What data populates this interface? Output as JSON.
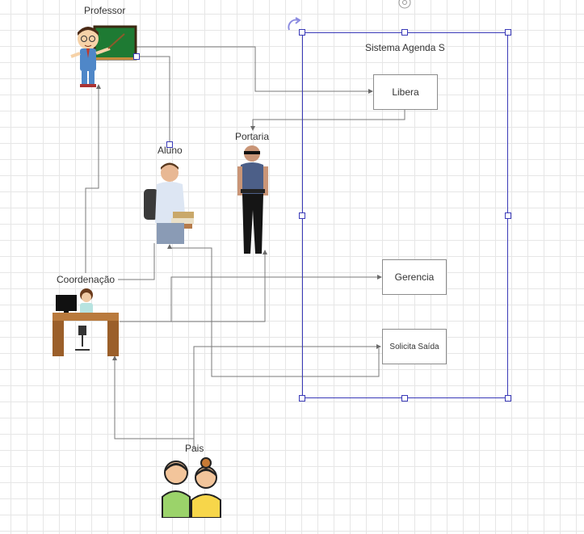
{
  "labels": {
    "professor": "Professor",
    "aluno": "Aluno",
    "portaria": "Portaria",
    "coordenacao": "Coordenação",
    "pais": "Pais"
  },
  "system": {
    "title": "Sistema Agenda S",
    "boxes": {
      "libera": "Libera",
      "gerencia": "Gerencia",
      "solicita": "Solicita Saída"
    }
  },
  "colors": {
    "grid": "#e6e6e6",
    "connector": "#6b6b6b",
    "selection": "#3a3ab8",
    "box_border": "#8c8c8c"
  }
}
